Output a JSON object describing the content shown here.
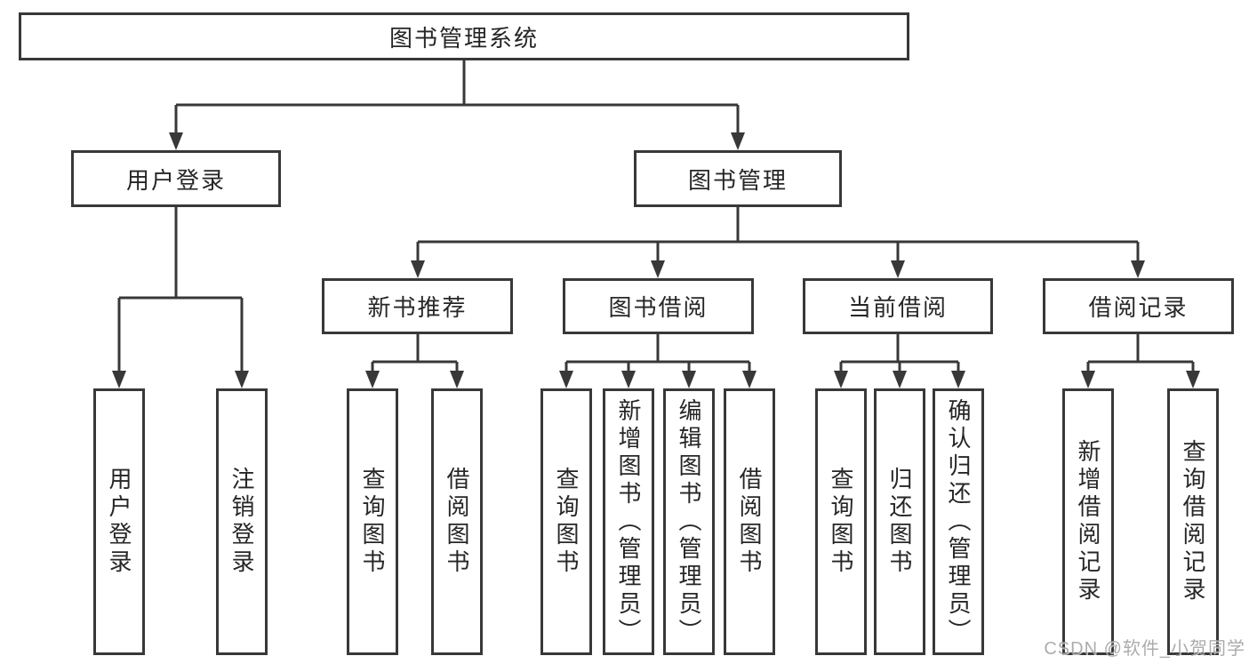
{
  "diagram_title": "图书管理系统",
  "tree": {
    "label": "图书管理系统",
    "children": [
      {
        "label": "用户登录",
        "children": [
          {
            "label": "用户登录"
          },
          {
            "label": "注销登录"
          }
        ]
      },
      {
        "label": "图书管理",
        "children": [
          {
            "label": "新书推荐",
            "children": [
              {
                "label": "查询图书"
              },
              {
                "label": "借阅图书"
              }
            ]
          },
          {
            "label": "图书借阅",
            "children": [
              {
                "label": "查询图书"
              },
              {
                "label": "新增图书（管理员）"
              },
              {
                "label": "编辑图书（管理员）"
              },
              {
                "label": "借阅图书"
              }
            ]
          },
          {
            "label": "当前借阅",
            "children": [
              {
                "label": "查询图书"
              },
              {
                "label": "归还图书"
              },
              {
                "label": "确认归还（管理员）"
              }
            ]
          },
          {
            "label": "借阅记录",
            "children": [
              {
                "label": "新增借阅记录"
              },
              {
                "label": "查询借阅记录"
              }
            ]
          }
        ]
      }
    ]
  },
  "watermark": "CSDN @软件_小贺同学",
  "colors": {
    "line": "#383838",
    "border": "#383838",
    "text": "#262626",
    "background": "#ffffff",
    "watermark": "#9e9e9e"
  }
}
